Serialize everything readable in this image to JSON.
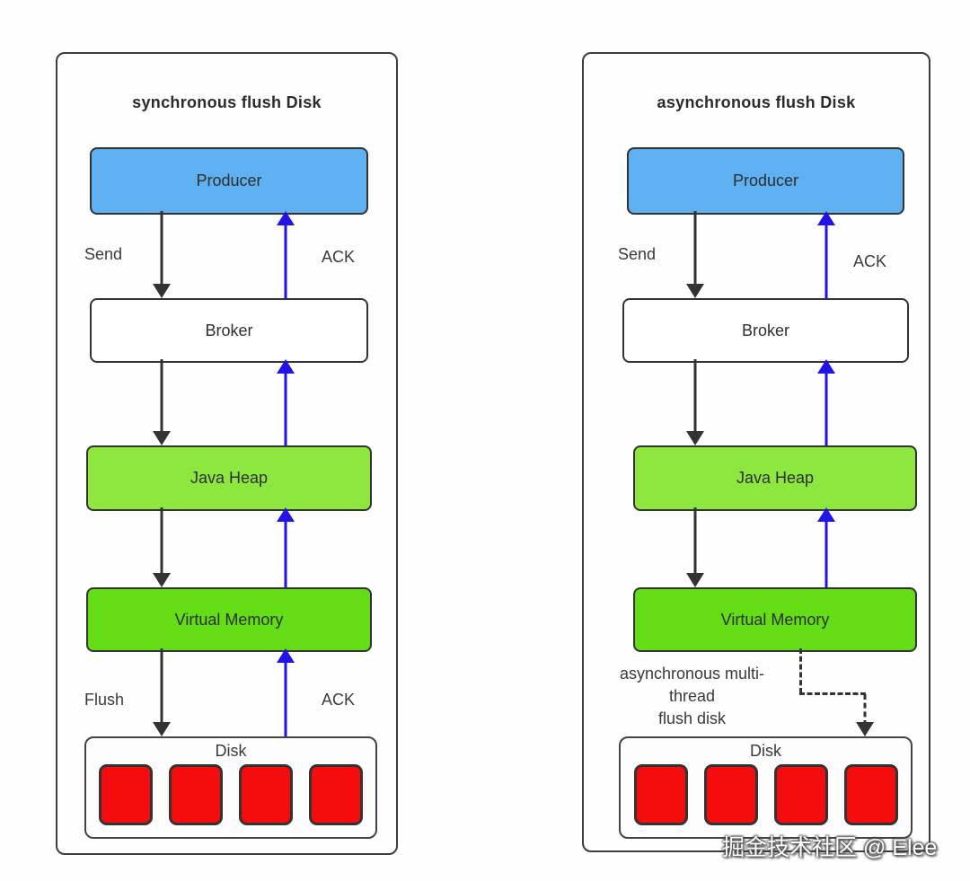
{
  "watermark": "掘金技术社区 @ Elee",
  "colors": {
    "producer_fill": "#5FB0F0",
    "broker_fill": "#FFFFFF",
    "java_heap_fill": "#8DE73E",
    "virtual_memory_fill": "#64DD16",
    "disk_block_fill": "#F50D0D",
    "flow_arrow": "#333333",
    "ack_arrow": "#2213E6"
  },
  "left_panel": {
    "title": "synchronous flush Disk",
    "nodes": {
      "producer": "Producer",
      "broker": "Broker",
      "java_heap": "Java Heap",
      "virtual_memory": "Virtual Memory",
      "disk": "Disk"
    },
    "edge_labels": {
      "send": "Send",
      "ack_upper": "ACK",
      "flush": "Flush",
      "ack_lower": "ACK"
    },
    "disk_block_count": 4
  },
  "right_panel": {
    "title": "asynchronous flush Disk",
    "nodes": {
      "producer": "Producer",
      "broker": "Broker",
      "java_heap": "Java Heap",
      "virtual_memory": "Virtual Memory",
      "disk": "Disk"
    },
    "edge_labels": {
      "send": "Send",
      "ack_upper": "ACK",
      "async_flush_note": "asynchronous multi-\nthread\nflush disk"
    },
    "disk_block_count": 4
  }
}
